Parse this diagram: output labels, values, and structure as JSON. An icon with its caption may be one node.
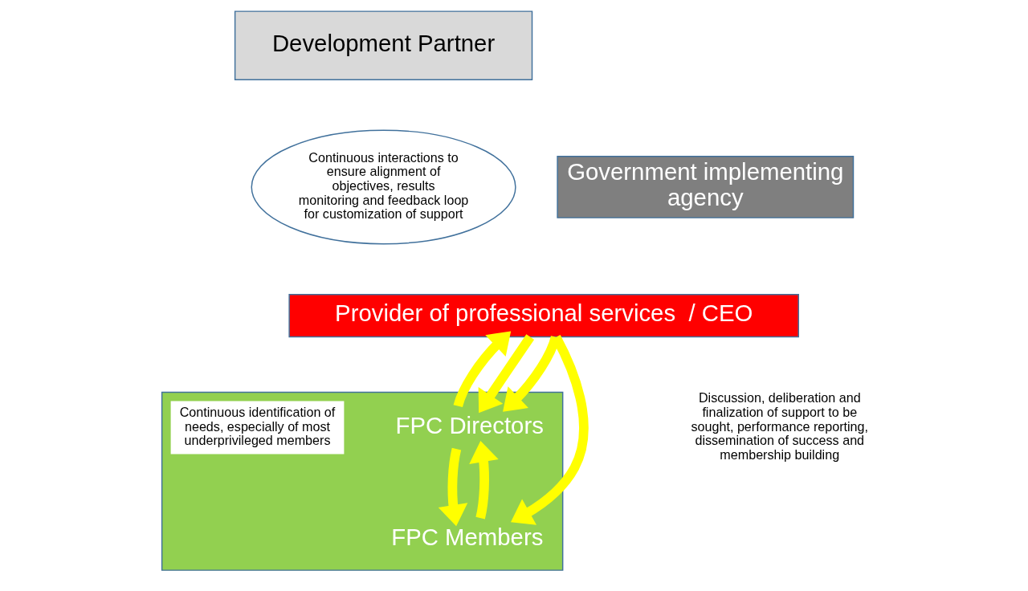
{
  "diagram": {
    "nodes": [
      {
        "text": [
          "Development Partner"
        ]
      },
      {
        "text": [
          "Continuous interactions to ensure alignment of objectives, results monitoring and feedback loop for customization of support"
        ]
      },
      {
        "text": [
          "Government implementing agency"
        ]
      },
      {
        "text": [
          "Provider of professional services  / CEO"
        ]
      },
      {
        "text": [],
        "shape": "box"
      },
      {
        "text": [
          "Discussion, deliberation and finalization of support to be sought, performance reporting, dissemination of success and membership building"
        ]
      },
      {
        "text": [
          "FPC Directors"
        ],
        "in": 4
      },
      {
        "text": [
          "Continuous identification of needs, especially of most underprivileged members"
        ],
        "in": 4
      },
      {
        "text": [
          "FPC Members"
        ],
        "in": 4
      }
    ],
    "edges": [
      {
        "from": 3,
        "to": 6,
        "arrow": "to"
      },
      {
        "from": 3,
        "to": 8,
        "arrow": "to"
      },
      {
        "from": 3,
        "to": 6,
        "arrow": "to"
      },
      {
        "from": 6,
        "to": 3,
        "arrow": "to"
      },
      {
        "from": 6,
        "to": 8,
        "arrow": "to"
      },
      {
        "from": 8,
        "to": 6,
        "arrow": "to"
      }
    ]
  }
}
